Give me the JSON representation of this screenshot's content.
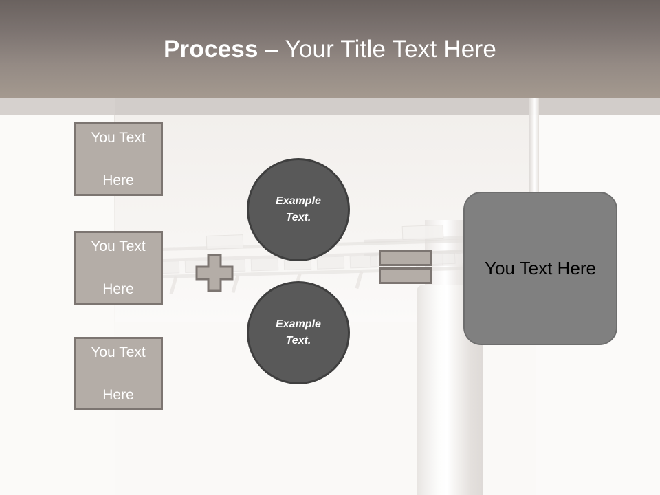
{
  "slide": {
    "title": {
      "emphasis": "Process",
      "rest": " – Your Title Text Here"
    },
    "left_boxes": [
      {
        "line1": "You Text",
        "line2": "Here"
      },
      {
        "line1": "You Text",
        "line2": "Here"
      },
      {
        "line1": "You Text",
        "line2": "Here"
      }
    ],
    "circles": [
      {
        "line1": "Example",
        "line2": "Text."
      },
      {
        "line1": "Example",
        "line2": "Text."
      }
    ],
    "connector_plus": {
      "name": "plus-shape"
    },
    "bars": [
      {
        "label": ""
      },
      {
        "label": ""
      }
    ],
    "result_panel": {
      "label": "You Text Here"
    },
    "colors": {
      "title_gradient_top": "#6a625f",
      "title_gradient_bottom": "#a4998f",
      "slide_background": "#faf9f7",
      "band": "#d2cdca",
      "box_fill": "#b4ada7",
      "box_border": "#7c7571",
      "circle_fill": "#595959",
      "circle_border": "#3f3f3f",
      "panel_fill": "#808080",
      "panel_border": "#6e6e6e",
      "title_text": "#ffffff",
      "panel_text": "#000000"
    }
  }
}
